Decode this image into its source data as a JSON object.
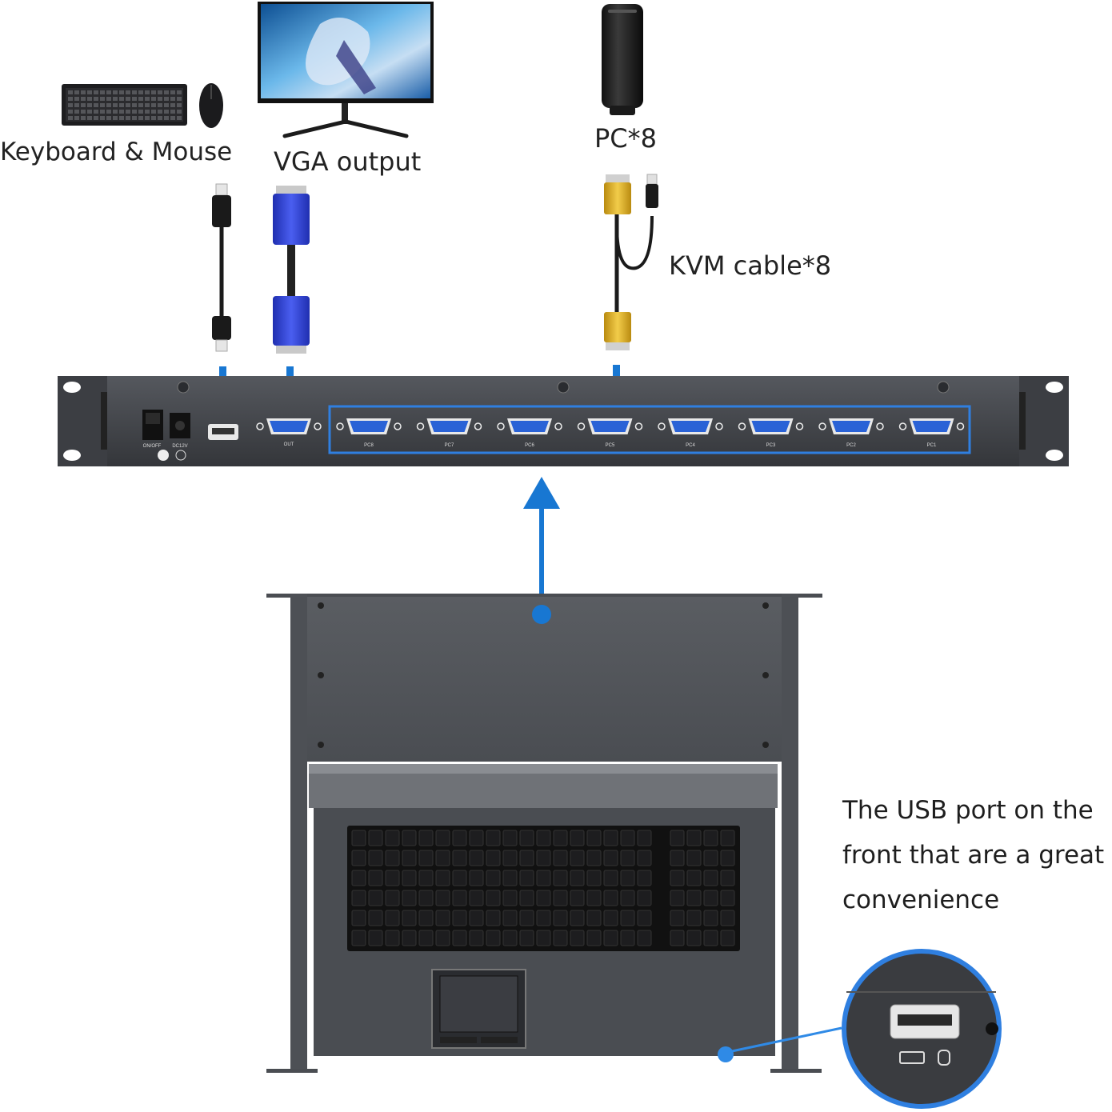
{
  "labels": {
    "keyboard_mouse": "Keyboard & Mouse",
    "vga_output": "VGA output",
    "pc": "PC*8",
    "kvm_cable": "KVM cable*8"
  },
  "rear_panel": {
    "power_switch": "ON/OFF",
    "dc_input": "DC12V",
    "out_port": "OUT",
    "pc_ports": [
      "PC8",
      "PC7",
      "PC6",
      "PC5",
      "PC4",
      "PC3",
      "PC2",
      "PC1"
    ]
  },
  "front_description": [
    "The USB port on the",
    "front that are a great",
    "convenience"
  ],
  "colors": {
    "arrow_blue": "#1877d2",
    "highlight_blue": "#2f7fe0",
    "panel_gray": "#3f4247",
    "vga_blue": "#2d3fd0",
    "kvm_yellow": "#e0b020",
    "vga_port_blue": "#2a62d6"
  },
  "icons": [
    "keyboard-icon",
    "mouse-icon",
    "monitor-icon",
    "pc-tower-icon",
    "usb-plug-icon",
    "vga-connector-icon",
    "kvm-cable-icon",
    "usb-port-icon"
  ]
}
